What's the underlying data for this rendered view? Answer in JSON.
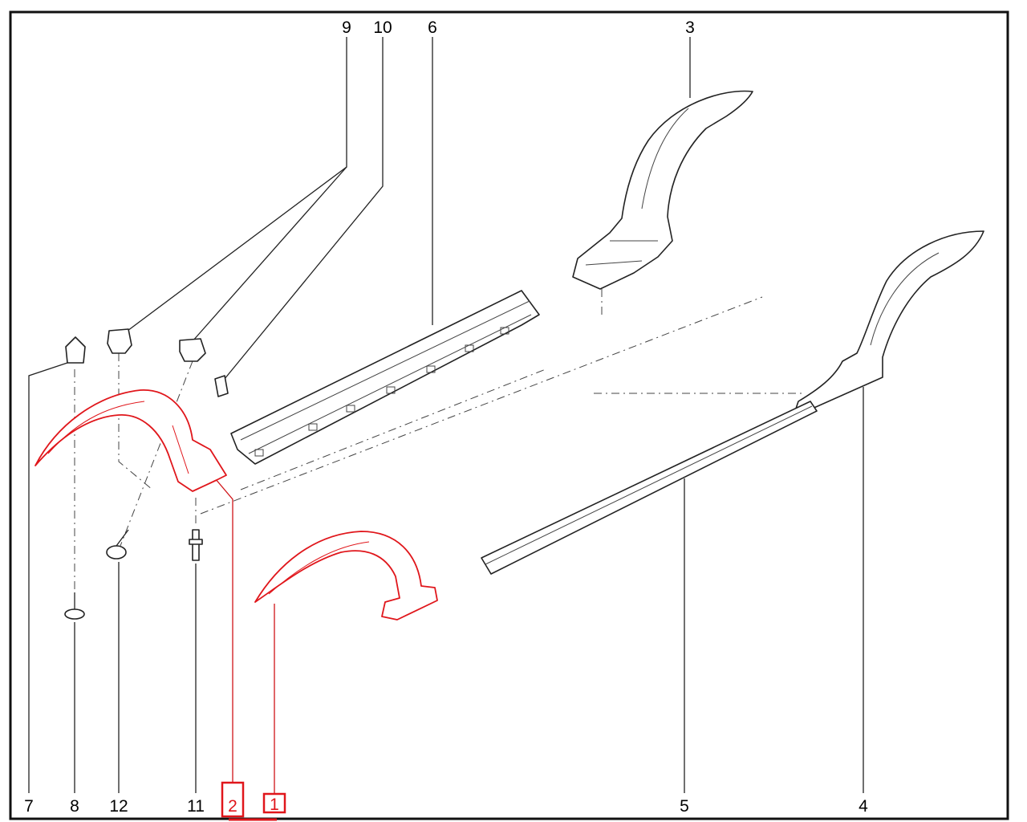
{
  "diagram": {
    "accent_color": "#e0161b",
    "callouts": [
      {
        "id": "9",
        "label": "9",
        "highlighted": false
      },
      {
        "id": "10",
        "label": "10",
        "highlighted": false
      },
      {
        "id": "6",
        "label": "6",
        "highlighted": false
      },
      {
        "id": "3",
        "label": "3",
        "highlighted": false
      },
      {
        "id": "7",
        "label": "7",
        "highlighted": false
      },
      {
        "id": "8",
        "label": "8",
        "highlighted": false
      },
      {
        "id": "12",
        "label": "12",
        "highlighted": false
      },
      {
        "id": "11",
        "label": "11",
        "highlighted": false
      },
      {
        "id": "2",
        "label": "2",
        "highlighted": true
      },
      {
        "id": "1",
        "label": "1",
        "highlighted": true
      },
      {
        "id": "5",
        "label": "5",
        "highlighted": false
      },
      {
        "id": "4",
        "label": "4",
        "highlighted": false
      }
    ]
  }
}
